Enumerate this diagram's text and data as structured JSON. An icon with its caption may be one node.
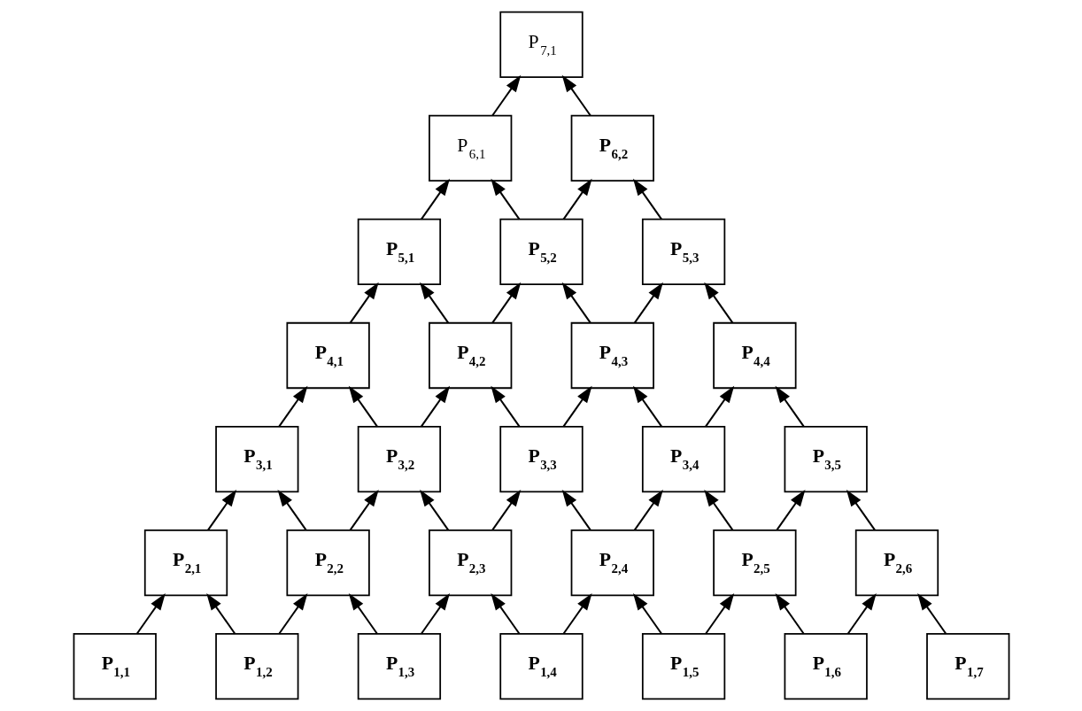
{
  "diagram": {
    "nodes": [
      {
        "text": [
          "P$_{7,1}$"
        ]
      },
      {
        "text": [
          "P$_{6,1}$"
        ]
      },
      {
        "text": [
          "P$_{6,2}$"
        ]
      },
      {
        "text": [
          "P$_{5,1}$"
        ]
      },
      {
        "text": [
          "P$_{5,2}$"
        ]
      },
      {
        "text": [
          "P$_{5,3}$"
        ]
      },
      {
        "text": [
          "P$_{4,1}$"
        ]
      },
      {
        "text": [
          "P$_{4,2}$"
        ]
      },
      {
        "text": [
          "P$_{4,3}$"
        ]
      },
      {
        "text": [
          "P$_{4,4}$"
        ]
      },
      {
        "text": [
          "P$_{3,1}$"
        ]
      },
      {
        "text": [
          "P$_{3,2}$"
        ]
      },
      {
        "text": [
          "P$_{3,3}$"
        ]
      },
      {
        "text": [
          "P$_{3,4}$"
        ]
      },
      {
        "text": [
          "P$_{3,5}$"
        ]
      },
      {
        "text": [
          "P$_{2,1}$"
        ]
      },
      {
        "text": [
          "P$_{2,2}$"
        ]
      },
      {
        "text": [
          "P$_{2,3}$"
        ]
      },
      {
        "text": [
          "P$_{2,4}$"
        ]
      },
      {
        "text": [
          "P$_{2,5}$"
        ]
      },
      {
        "text": [
          "P$_{2,6}$"
        ]
      },
      {
        "text": [
          "P$_{1,1}$"
        ]
      },
      {
        "text": [
          "P$_{1,2}$"
        ]
      },
      {
        "text": [
          "P$_{1,3}$"
        ]
      },
      {
        "text": [
          "P$_{1,4}$"
        ]
      },
      {
        "text": [
          "P$_{1,5}$"
        ]
      },
      {
        "text": [
          "P$_{1,6}$"
        ]
      },
      {
        "text": [
          "P$_{1,7}$"
        ]
      }
    ],
    "edges": [
      {
        "from": 21,
        "to": 15,
        "arrow": "to"
      },
      {
        "from": 22,
        "to": 15,
        "arrow": "to"
      },
      {
        "from": 22,
        "to": 16,
        "arrow": "to"
      },
      {
        "from": 23,
        "to": 16,
        "arrow": "to"
      },
      {
        "from": 23,
        "to": 17,
        "arrow": "to"
      },
      {
        "from": 24,
        "to": 17,
        "arrow": "to"
      },
      {
        "from": 24,
        "to": 18,
        "arrow": "to"
      },
      {
        "from": 25,
        "to": 18,
        "arrow": "to"
      },
      {
        "from": 25,
        "to": 19,
        "arrow": "to"
      },
      {
        "from": 26,
        "to": 19,
        "arrow": "to"
      },
      {
        "from": 26,
        "to": 20,
        "arrow": "to"
      },
      {
        "from": 27,
        "to": 20,
        "arrow": "to"
      },
      {
        "from": 15,
        "to": 10,
        "arrow": "to"
      },
      {
        "from": 16,
        "to": 10,
        "arrow": "to"
      },
      {
        "from": 16,
        "to": 11,
        "arrow": "to"
      },
      {
        "from": 17,
        "to": 11,
        "arrow": "to"
      },
      {
        "from": 17,
        "to": 12,
        "arrow": "to"
      },
      {
        "from": 18,
        "to": 12,
        "arrow": "to"
      },
      {
        "from": 18,
        "to": 13,
        "arrow": "to"
      },
      {
        "from": 19,
        "to": 13,
        "arrow": "to"
      },
      {
        "from": 19,
        "to": 14,
        "arrow": "to"
      },
      {
        "from": 20,
        "to": 14,
        "arrow": "to"
      },
      {
        "from": 10,
        "to": 6,
        "arrow": "to"
      },
      {
        "from": 11,
        "to": 6,
        "arrow": "to"
      },
      {
        "from": 11,
        "to": 7,
        "arrow": "to"
      },
      {
        "from": 12,
        "to": 7,
        "arrow": "to"
      },
      {
        "from": 12,
        "to": 8,
        "arrow": "to"
      },
      {
        "from": 13,
        "to": 8,
        "arrow": "to"
      },
      {
        "from": 13,
        "to": 9,
        "arrow": "to"
      },
      {
        "from": 14,
        "to": 9,
        "arrow": "to"
      },
      {
        "from": 6,
        "to": 3,
        "arrow": "to"
      },
      {
        "from": 7,
        "to": 3,
        "arrow": "to"
      },
      {
        "from": 7,
        "to": 4,
        "arrow": "to"
      },
      {
        "from": 8,
        "to": 4,
        "arrow": "to"
      },
      {
        "from": 8,
        "to": 5,
        "arrow": "to"
      },
      {
        "from": 9,
        "to": 5,
        "arrow": "to"
      },
      {
        "from": 3,
        "to": 1,
        "arrow": "to"
      },
      {
        "from": 4,
        "to": 1,
        "arrow": "to"
      },
      {
        "from": 4,
        "to": 2,
        "arrow": "to"
      },
      {
        "from": 5,
        "to": 2,
        "arrow": "to"
      },
      {
        "from": 1,
        "to": 0,
        "arrow": "to"
      },
      {
        "from": 2,
        "to": 0,
        "arrow": "to"
      }
    ]
  }
}
